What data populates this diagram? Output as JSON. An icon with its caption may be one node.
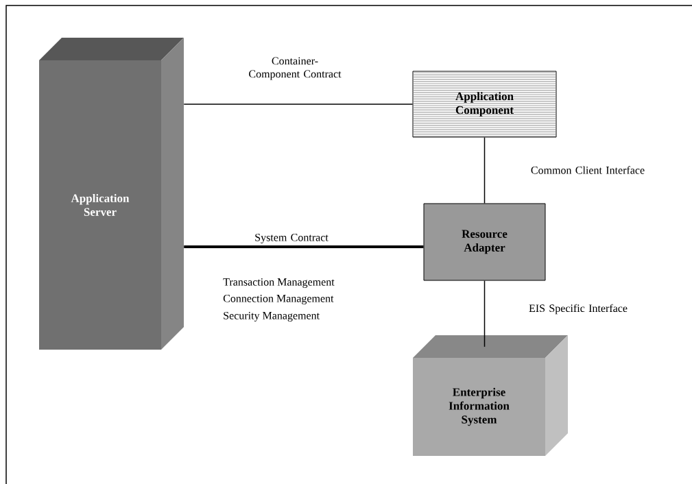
{
  "diagram": {
    "nodes": [
      {
        "text": [
          "Application Server"
        ]
      },
      {
        "text": [
          "Application Component"
        ]
      },
      {
        "text": [
          "Resource Adapter"
        ]
      },
      {
        "text": [
          "Enterprise Information System"
        ]
      }
    ],
    "edges": [
      {
        "from": 0,
        "to": 1,
        "arrow": "none",
        "label": "Container-Component Contract"
      },
      {
        "from": 1,
        "to": 2,
        "arrow": "none",
        "label": "Common Client Interface"
      },
      {
        "from": 0,
        "to": 2,
        "arrow": "none",
        "label": "System Contract",
        "style": "thick"
      },
      {
        "from": 2,
        "to": 3,
        "arrow": "none",
        "label": "EIS Specific Interface"
      }
    ],
    "labels": [
      "Transaction Management",
      "Connection Management",
      "Security Management"
    ]
  }
}
